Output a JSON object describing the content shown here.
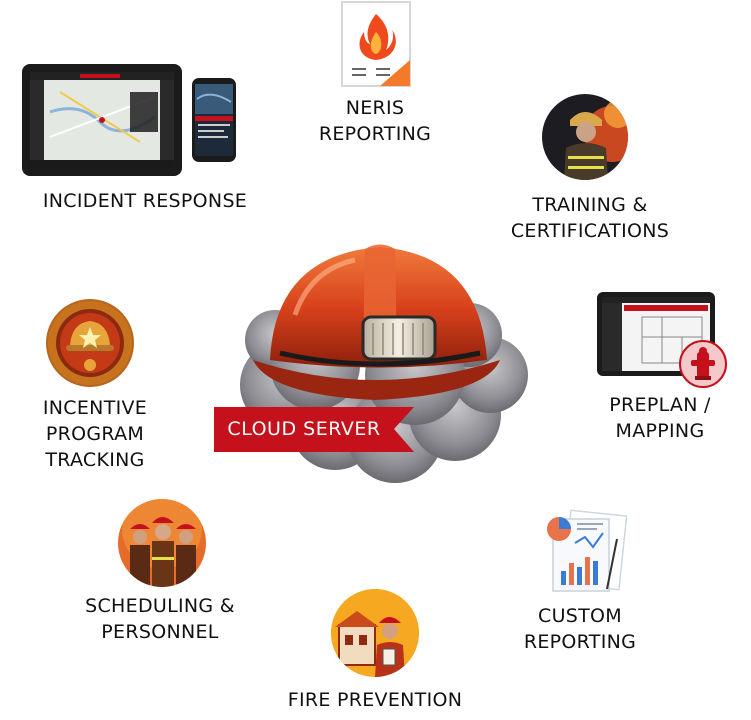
{
  "center": {
    "label": "CLOUD SERVER"
  },
  "modules": {
    "neris": {
      "lines": [
        "NERIS",
        "REPORTING"
      ]
    },
    "incident": {
      "lines": [
        "INCIDENT RESPONSE"
      ]
    },
    "training": {
      "lines": [
        "TRAINING &",
        "CERTIFICATIONS"
      ]
    },
    "incentive": {
      "lines": [
        "INCENTIVE",
        "PROGRAM",
        "TRACKING"
      ]
    },
    "preplan": {
      "lines": [
        "PREPLAN /",
        "MAPPING"
      ]
    },
    "scheduling": {
      "lines": [
        "SCHEDULING &",
        "PERSONNEL"
      ]
    },
    "custom": {
      "lines": [
        "CUSTOM",
        "REPORTING"
      ]
    },
    "prevention": {
      "lines": [
        "FIRE PREVENTION"
      ]
    }
  },
  "colors": {
    "banner": "#c4111b",
    "helmet": "#d4421a",
    "cloud": "#9a9aa0",
    "fire": "#f26b21"
  }
}
